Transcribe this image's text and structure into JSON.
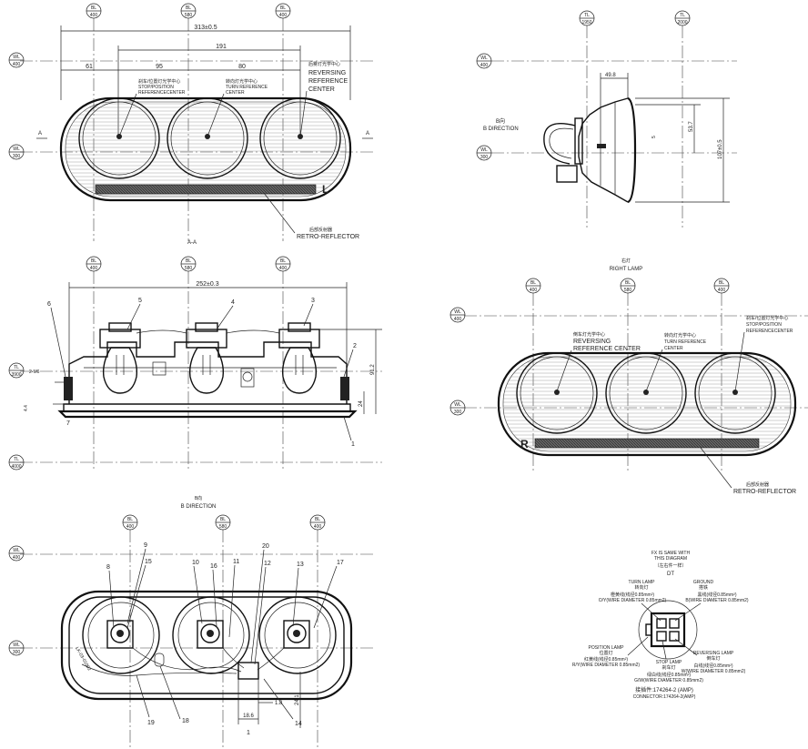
{
  "front_view": {
    "bubbles": [
      {
        "top": "BL",
        "bot": "400"
      },
      {
        "top": "BL",
        "bot": "580"
      },
      {
        "top": "BL",
        "bot": "400"
      }
    ],
    "wl_top": {
      "top": "WL",
      "bot": "400"
    },
    "wl_mid": {
      "top": "WL",
      "bot": "300"
    },
    "dim_overall": "313±0.5",
    "dim_191": "191",
    "dim_61": "61",
    "dim_95": "95",
    "dim_80": "80",
    "label_stop_cn": "刹车/位置灯光学中心",
    "label_stop_en1": "STOP/POSITION",
    "label_stop_en2": "REFERENCECENTER",
    "label_turn_cn": "转向灯光学中心",
    "label_turn_en1": "TURN REFERENCE",
    "label_turn_en2": "CENTER",
    "label_rev_cn": "后雾灯光学中心",
    "label_rev_en1": "REVERSING",
    "label_rev_en2": "REFERENCE",
    "label_rev_en3": "CENTER",
    "section_letter": "A",
    "side_letter": "L",
    "retro_cn": "后部反射器",
    "retro_en": "RETRO-REFLECTOR",
    "section_title": "A-A"
  },
  "side_view": {
    "bubble_tl": {
      "top": "TL",
      "bot": "1950"
    },
    "bubble_tl2": {
      "top": "TL",
      "bot": "2000"
    },
    "wl_top": {
      "top": "WL",
      "bot": "400"
    },
    "wl_mid": {
      "top": "WL",
      "bot": "300"
    },
    "dir_cn": "B向",
    "dir_en": "B DIRECTION",
    "dim_498": "49.8",
    "dim_537": "53.7",
    "dim_107": "107±0.5",
    "dim_5": "5"
  },
  "section_view": {
    "bubbles": [
      {
        "top": "BL",
        "bot": "400"
      },
      {
        "top": "BL",
        "bot": "580"
      },
      {
        "top": "BL",
        "bot": "400"
      }
    ],
    "tl_top": {
      "top": "TL",
      "bot": "3900"
    },
    "tl_bot": {
      "top": "TL",
      "bot": "4000"
    },
    "dim_252": "252±0.3",
    "dim_912": "91.2",
    "dim_24": "24",
    "dim_m6": "2-M6",
    "dim_44": "4.4",
    "callouts": [
      "1",
      "2",
      "3",
      "4",
      "5",
      "6",
      "7"
    ]
  },
  "right_lamp": {
    "title_cn": "右灯",
    "title_en": "RIGHT LAMP",
    "bubbles": [
      {
        "top": "BL",
        "bot": "400"
      },
      {
        "top": "BL",
        "bot": "580"
      },
      {
        "top": "BL",
        "bot": "400"
      }
    ],
    "wl_top": {
      "top": "WL",
      "bot": "400"
    },
    "wl_mid": {
      "top": "WL",
      "bot": "300"
    },
    "label_rev_cn": "倒车灯光学中心",
    "label_rev_en1": "REVERSING",
    "label_rev_en2": "REFERENCE CENTER",
    "label_turn_cn": "转向灯光学中心",
    "label_turn_en1": "TURN REFERENCE",
    "label_turn_en2": "CENTER",
    "label_stop_cn": "刹车/位置灯光学中心",
    "label_stop_en1": "STOP/POSITION",
    "label_stop_en2": "REFERENCECENTER",
    "side_letter": "R",
    "retro_cn": "后部反射器",
    "retro_en": "RETRO-REFLECTOR"
  },
  "rear_view": {
    "title_cn": "B向",
    "title_en": "B DIRECTION",
    "bubbles": [
      {
        "top": "BL",
        "bot": "400"
      },
      {
        "top": "BL",
        "bot": "580"
      },
      {
        "top": "BL",
        "bot": "400"
      }
    ],
    "wl_top": {
      "top": "WL",
      "bot": "400"
    },
    "wl_mid": {
      "top": "WL",
      "bot": "300"
    },
    "dim_186": "18.6",
    "dim_18": "1.8",
    "dim_241": "24.1",
    "callouts": [
      "8",
      "9",
      "15",
      "10",
      "16",
      "11",
      "20",
      "12",
      "13",
      "17",
      "19",
      "18",
      "14",
      "1"
    ],
    "part_text": "LK-03-01002"
  },
  "connector": {
    "note1": "FX IS SAME WITH",
    "note2": "THIS DIAGRAM",
    "note_cn": "（左右件一样）",
    "note_id": "DT",
    "turn_lamp": "TURN LAMP",
    "turn_cn": "转向灯",
    "turn_wire_cn": "橙黄线(线径0.85mm²)",
    "turn_wire_en": "O/Y(WIRE DIAMETER 0.85mm2)",
    "ground": "GROUND",
    "ground_cn": "搭铁",
    "ground_wire_cn": "黑线(线径0.85mm²)",
    "ground_wire_en": "B(WIRE DIAMETER 0.85mm2)",
    "position_lamp": "POSITION LAMP",
    "position_cn": "位置灯",
    "position_wire_cn": "红黄线(线径0.85mm²)",
    "position_wire_en": "R/Y(WIRE DIAMETER 0.85mm2)",
    "stop_lamp": "STOP LAMP",
    "stop_cn": "刹车灯",
    "stop_wire_cn": "绿白线(线径0.85mm²)",
    "stop_wire_en": "G/W(WIRE DIAMETER 0.85mm2)",
    "rev_lamp": "REVERSING LAMP",
    "rev_cn": "倒车灯",
    "rev_wire_cn": "白线(线径0.85mm²)",
    "rev_wire_en": "W(WIRE DIAMETER 0.85mm2)",
    "conn_cn": "接插件:174264-2 (AMP)",
    "conn_en": "CONNECTOR:174264-2(AMP)"
  }
}
